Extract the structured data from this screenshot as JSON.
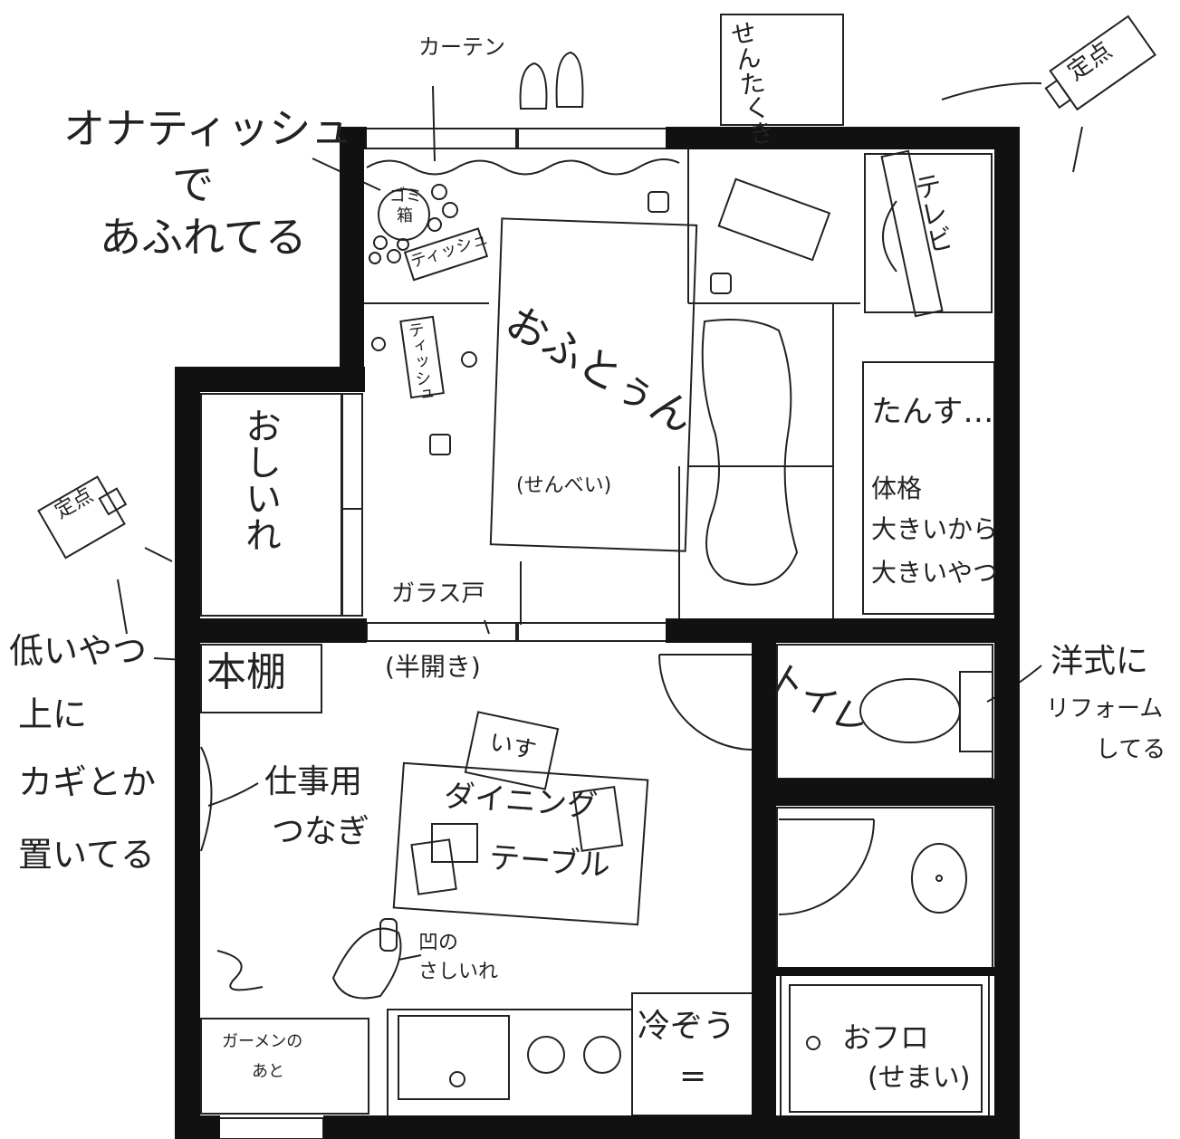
{
  "title": "",
  "labels": {
    "curtain": "カーテン",
    "tissue_overflow_line1": "オナティッシュ",
    "tissue_overflow_line2": "で",
    "tissue_overflow_line3": "あふれてる",
    "trash_line1": "ゴミ",
    "trash_line2": "箱",
    "tissue_box_1": "ティッシュ",
    "tissue_box_2": "ティッシュ",
    "futon_main": "おふとぅん",
    "futon_sub": "(せんべい)",
    "washing_machine_line1": "せんたくき",
    "washing_machine_line2": "",
    "tv": "テレビ",
    "fixed_camera_top": "定点",
    "fixed_camera_left": "定点",
    "dresser_line1": "たんす…",
    "dresser_line2": "体格",
    "dresser_line3": "大きいから",
    "dresser_line4": "大きいやつ",
    "closet": "おしいれ",
    "glass_door_line1": "ガラス戸",
    "glass_door_line2": "(半開き)",
    "bookshelf": "本棚",
    "low_note_line1": "低いやつ",
    "low_note_line2": "上に",
    "low_note_line3": "カギとか",
    "low_note_line4": "置いてる",
    "work_line1": "仕事用",
    "work_line2": "つなぎ",
    "chair": "いす",
    "table_line1": "ダイニング",
    "table_line2": "テーブル",
    "toilet": "トイレ",
    "toilet_note_line1": "洋式に",
    "toilet_note_line2": "リフォーム",
    "toilet_note_line3": "してる",
    "dent_line1": "凹の",
    "dent_line2": "さしいれ",
    "ramen_line1": "ガーメンの",
    "ramen_line2": "あと",
    "fridge": "冷ぞう",
    "fridge_mark": "=",
    "bath_line1": "おフロ",
    "bath_line2": "(せまい)"
  }
}
